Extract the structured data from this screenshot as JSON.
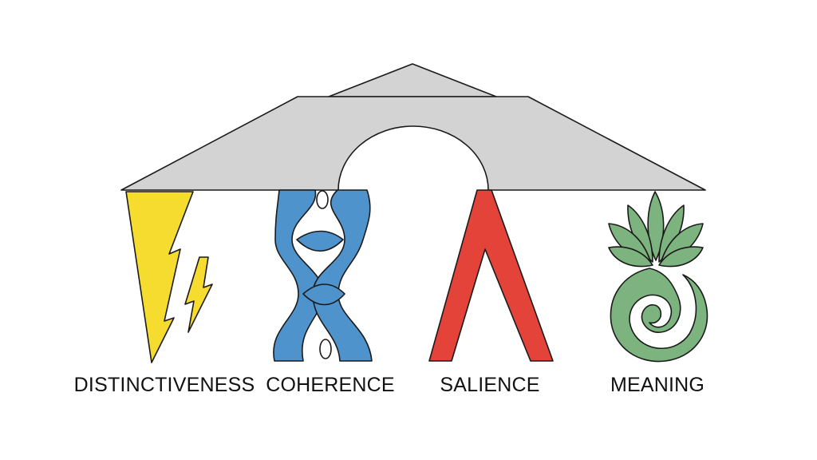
{
  "pillars": [
    {
      "label": "DISTINCTIVENESS",
      "icon": "lightning-icon",
      "color": "#f6dc2f"
    },
    {
      "label": "COHERENCE",
      "icon": "twisted-braid-icon",
      "color": "#4f93cc"
    },
    {
      "label": "SALIENCE",
      "icon": "lambda-pillar-icon",
      "color": "#e4433a"
    },
    {
      "label": "MEANING",
      "icon": "lotus-spiral-icon",
      "color": "#7db37f"
    }
  ],
  "roof": {
    "color": "#d3d3d3"
  }
}
